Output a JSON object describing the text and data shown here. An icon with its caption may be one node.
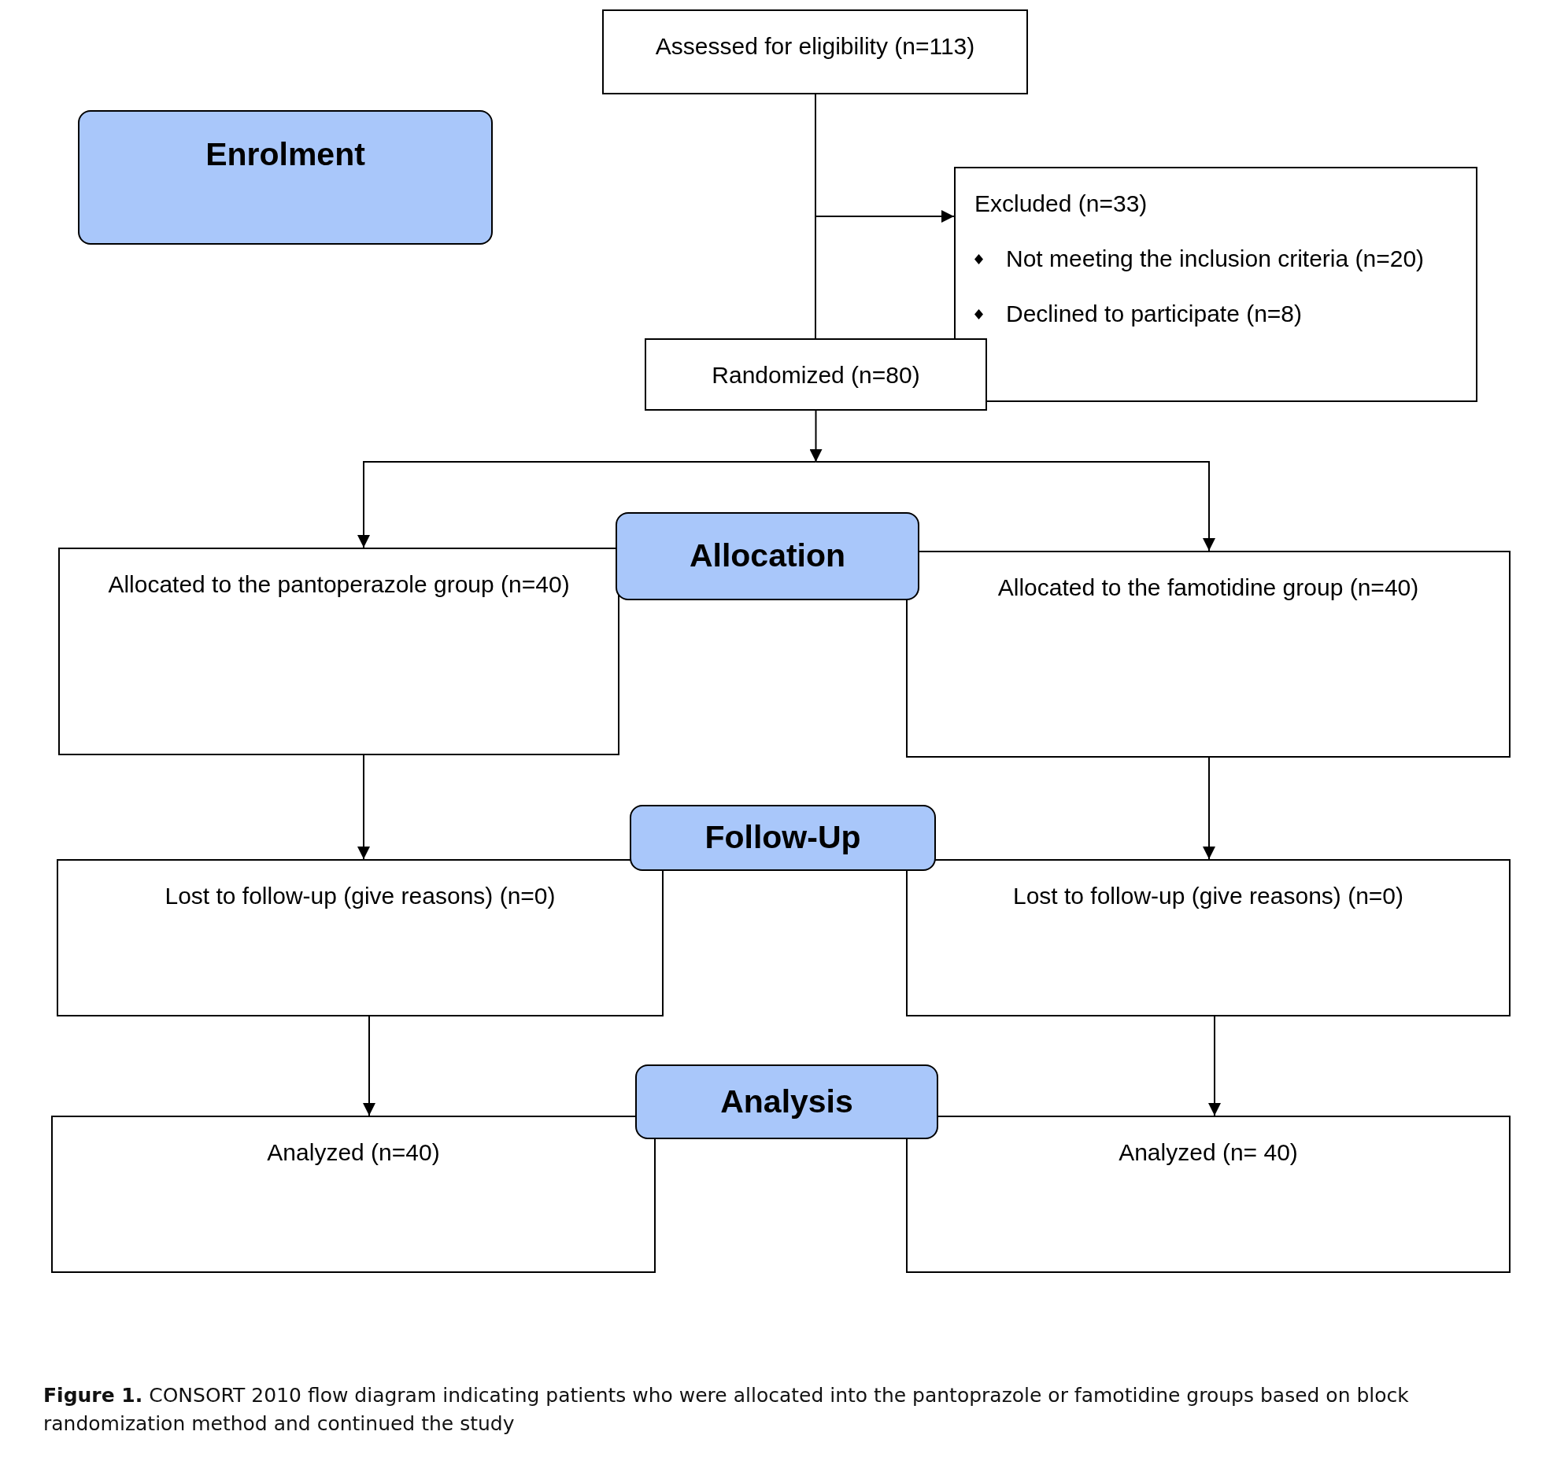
{
  "diagram": {
    "caption": "**Figure 1.** CONSORT 2010 flow diagram indicating patients who were allocated into the pantoprazole or famotidine groups based on block randomization method and continued the study",
    "nodes": [
      {
        "text": [
          "Assessed for eligibility (n=113)"
        ]
      },
      {
        "text": [
          "Enrolment"
        ]
      },
      {
        "text": [
          "Excluded  (n=33)",
          "Not meeting the inclusion criteria (n=20)",
          "Declined to participate (n=8)"
        ]
      },
      {
        "text": [
          "Randomized (n=80)"
        ]
      },
      {
        "text": [
          "Allocated to the pantoperazole group (n=40)"
        ]
      },
      {
        "text": [
          "Allocation"
        ]
      },
      {
        "text": [
          "Allocated to the famotidine group (n=40)"
        ]
      },
      {
        "text": [
          "Follow-Up"
        ]
      },
      {
        "text": [
          "Lost to follow-up (give reasons) (n=0)"
        ]
      },
      {
        "text": [
          "Lost to follow-up (give reasons) (n=0)"
        ]
      },
      {
        "text": [
          "Analysis"
        ]
      },
      {
        "text": [
          "Analyzed (n=40)"
        ]
      },
      {
        "text": [
          "Analyzed (n= 40)"
        ]
      }
    ],
    "edges": [
      {
        "from": 0,
        "to": 2,
        "arrow": "to"
      },
      {
        "from": 0,
        "to": 3,
        "arrow": "none"
      },
      {
        "from": 3,
        "to": 4,
        "arrow": "to"
      },
      {
        "from": 3,
        "to": 6,
        "arrow": "to"
      },
      {
        "from": 4,
        "to": 8,
        "arrow": "to"
      },
      {
        "from": 6,
        "to": 9,
        "arrow": "to"
      },
      {
        "from": 8,
        "to": 11,
        "arrow": "to"
      },
      {
        "from": 9,
        "to": 12,
        "arrow": "to"
      }
    ]
  }
}
